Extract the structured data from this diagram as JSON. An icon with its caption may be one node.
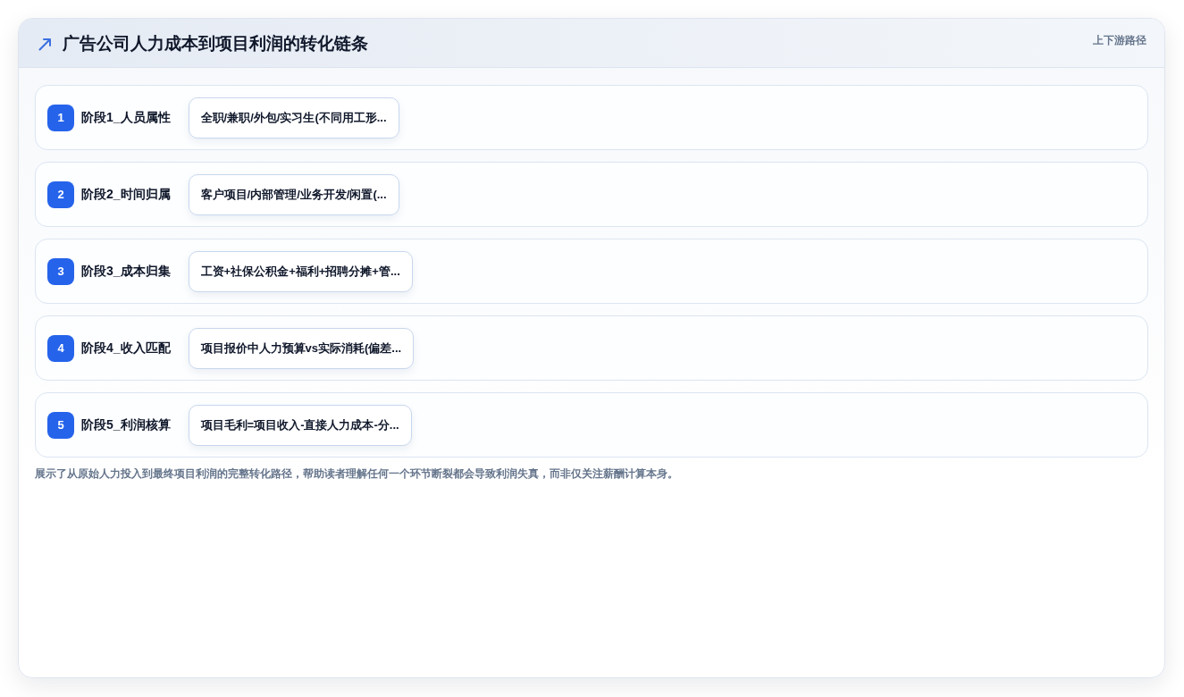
{
  "diagram": {
    "title": "广告公司人力成本到项目利润的转化链条",
    "caption": "展示了从原始人力投入到最终项目利润的完整转化路径，帮助读者理解任何一个环节断裂都会导致利润失真，而非仅关注薪酬计算本身。",
    "nodes": [
      {
        "text": [
          "阶段1_人员属性"
        ]
      },
      {
        "text": [
          "1"
        ],
        "in": 0
      },
      {
        "text": [
          "全职/兼职/外包/实习生(不同用工形..."
        ],
        "in": 0
      },
      {
        "text": [
          "阶段2_时间归属"
        ]
      },
      {
        "text": [
          "2"
        ],
        "in": 3
      },
      {
        "text": [
          "客户项目/内部管理/业务开发/闲置(..."
        ],
        "in": 3
      },
      {
        "text": [
          "阶段3_成本归集"
        ]
      },
      {
        "text": [
          "3"
        ],
        "in": 6
      },
      {
        "text": [
          "工资+社保公积金+福利+招聘分摊+管..."
        ],
        "in": 6
      },
      {
        "text": [
          "阶段4_收入匹配"
        ]
      },
      {
        "text": [
          "4"
        ],
        "in": 9
      },
      {
        "text": [
          "项目报价中人力预算vs实际消耗(偏差..."
        ],
        "in": 9
      },
      {
        "text": [
          "阶段5_利润核算"
        ]
      },
      {
        "text": [
          "5"
        ],
        "in": 12
      },
      {
        "text": [
          "项目毛利=项目收入-直接人力成本-分..."
        ],
        "in": 12
      }
    ],
    "labels": [
      "上下游路径"
    ]
  }
}
